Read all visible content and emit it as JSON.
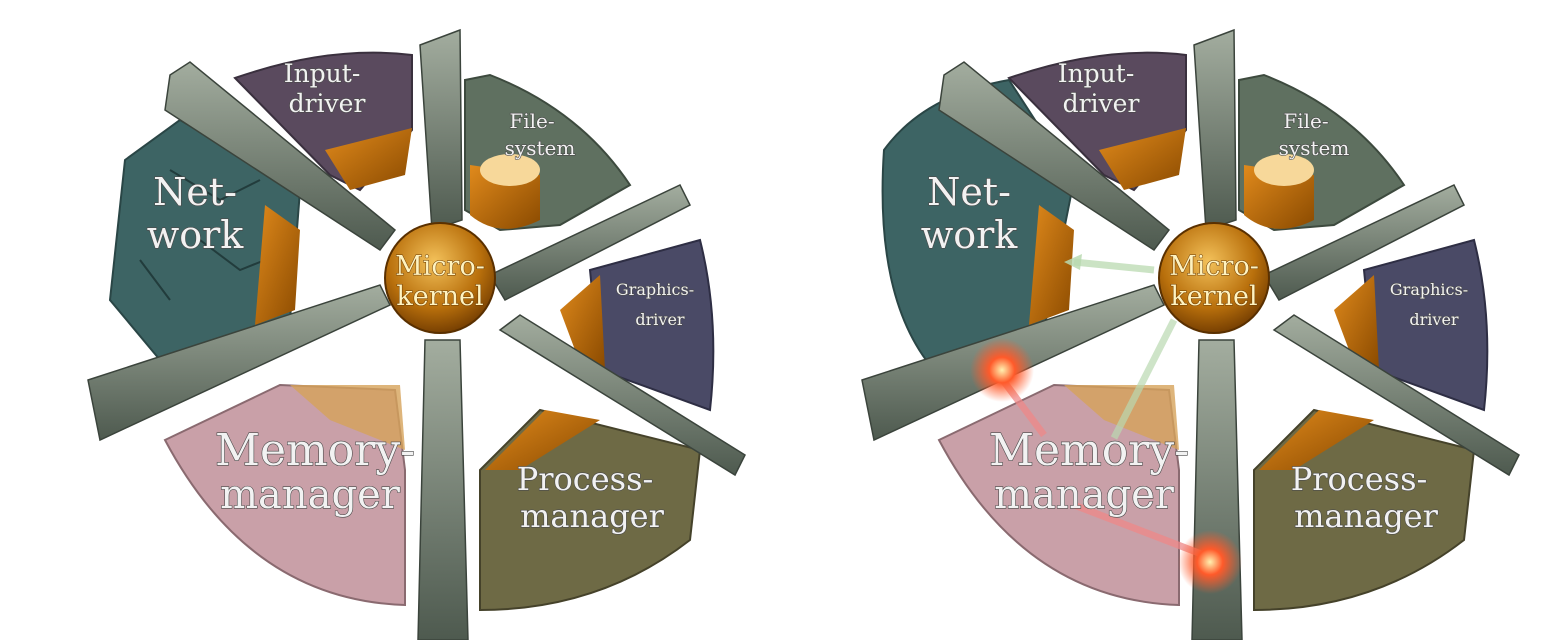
{
  "panels": [
    {
      "kernel": [
        "Micro-",
        "kernel"
      ],
      "network": [
        "Net-",
        "work"
      ],
      "input": [
        "Input-",
        "driver"
      ],
      "file": [
        "File-",
        "system"
      ],
      "graphics": [
        "Graphics-",
        "driver"
      ],
      "process": [
        "Process-",
        "manager"
      ],
      "memory": [
        "Memory-",
        "manager"
      ]
    },
    {
      "kernel": [
        "Micro-",
        "kernel"
      ],
      "network": [
        "Net-",
        "work"
      ],
      "input": [
        "Input-",
        "driver"
      ],
      "file": [
        "File-",
        "system"
      ],
      "graphics": [
        "Graphics-",
        "driver"
      ],
      "process": [
        "Process-",
        "manager"
      ],
      "memory": [
        "Memory-",
        "manager"
      ]
    }
  ],
  "colors": {
    "network": "#3d6464",
    "input": "#5a4a5e",
    "file": "#5f7060",
    "graphics": "#4a4a66",
    "process": "#6e6a45",
    "memory": "#c9a0a8",
    "kernel": "#c07a10",
    "wall": "#7e8a7e",
    "amber": "#b8650a"
  }
}
